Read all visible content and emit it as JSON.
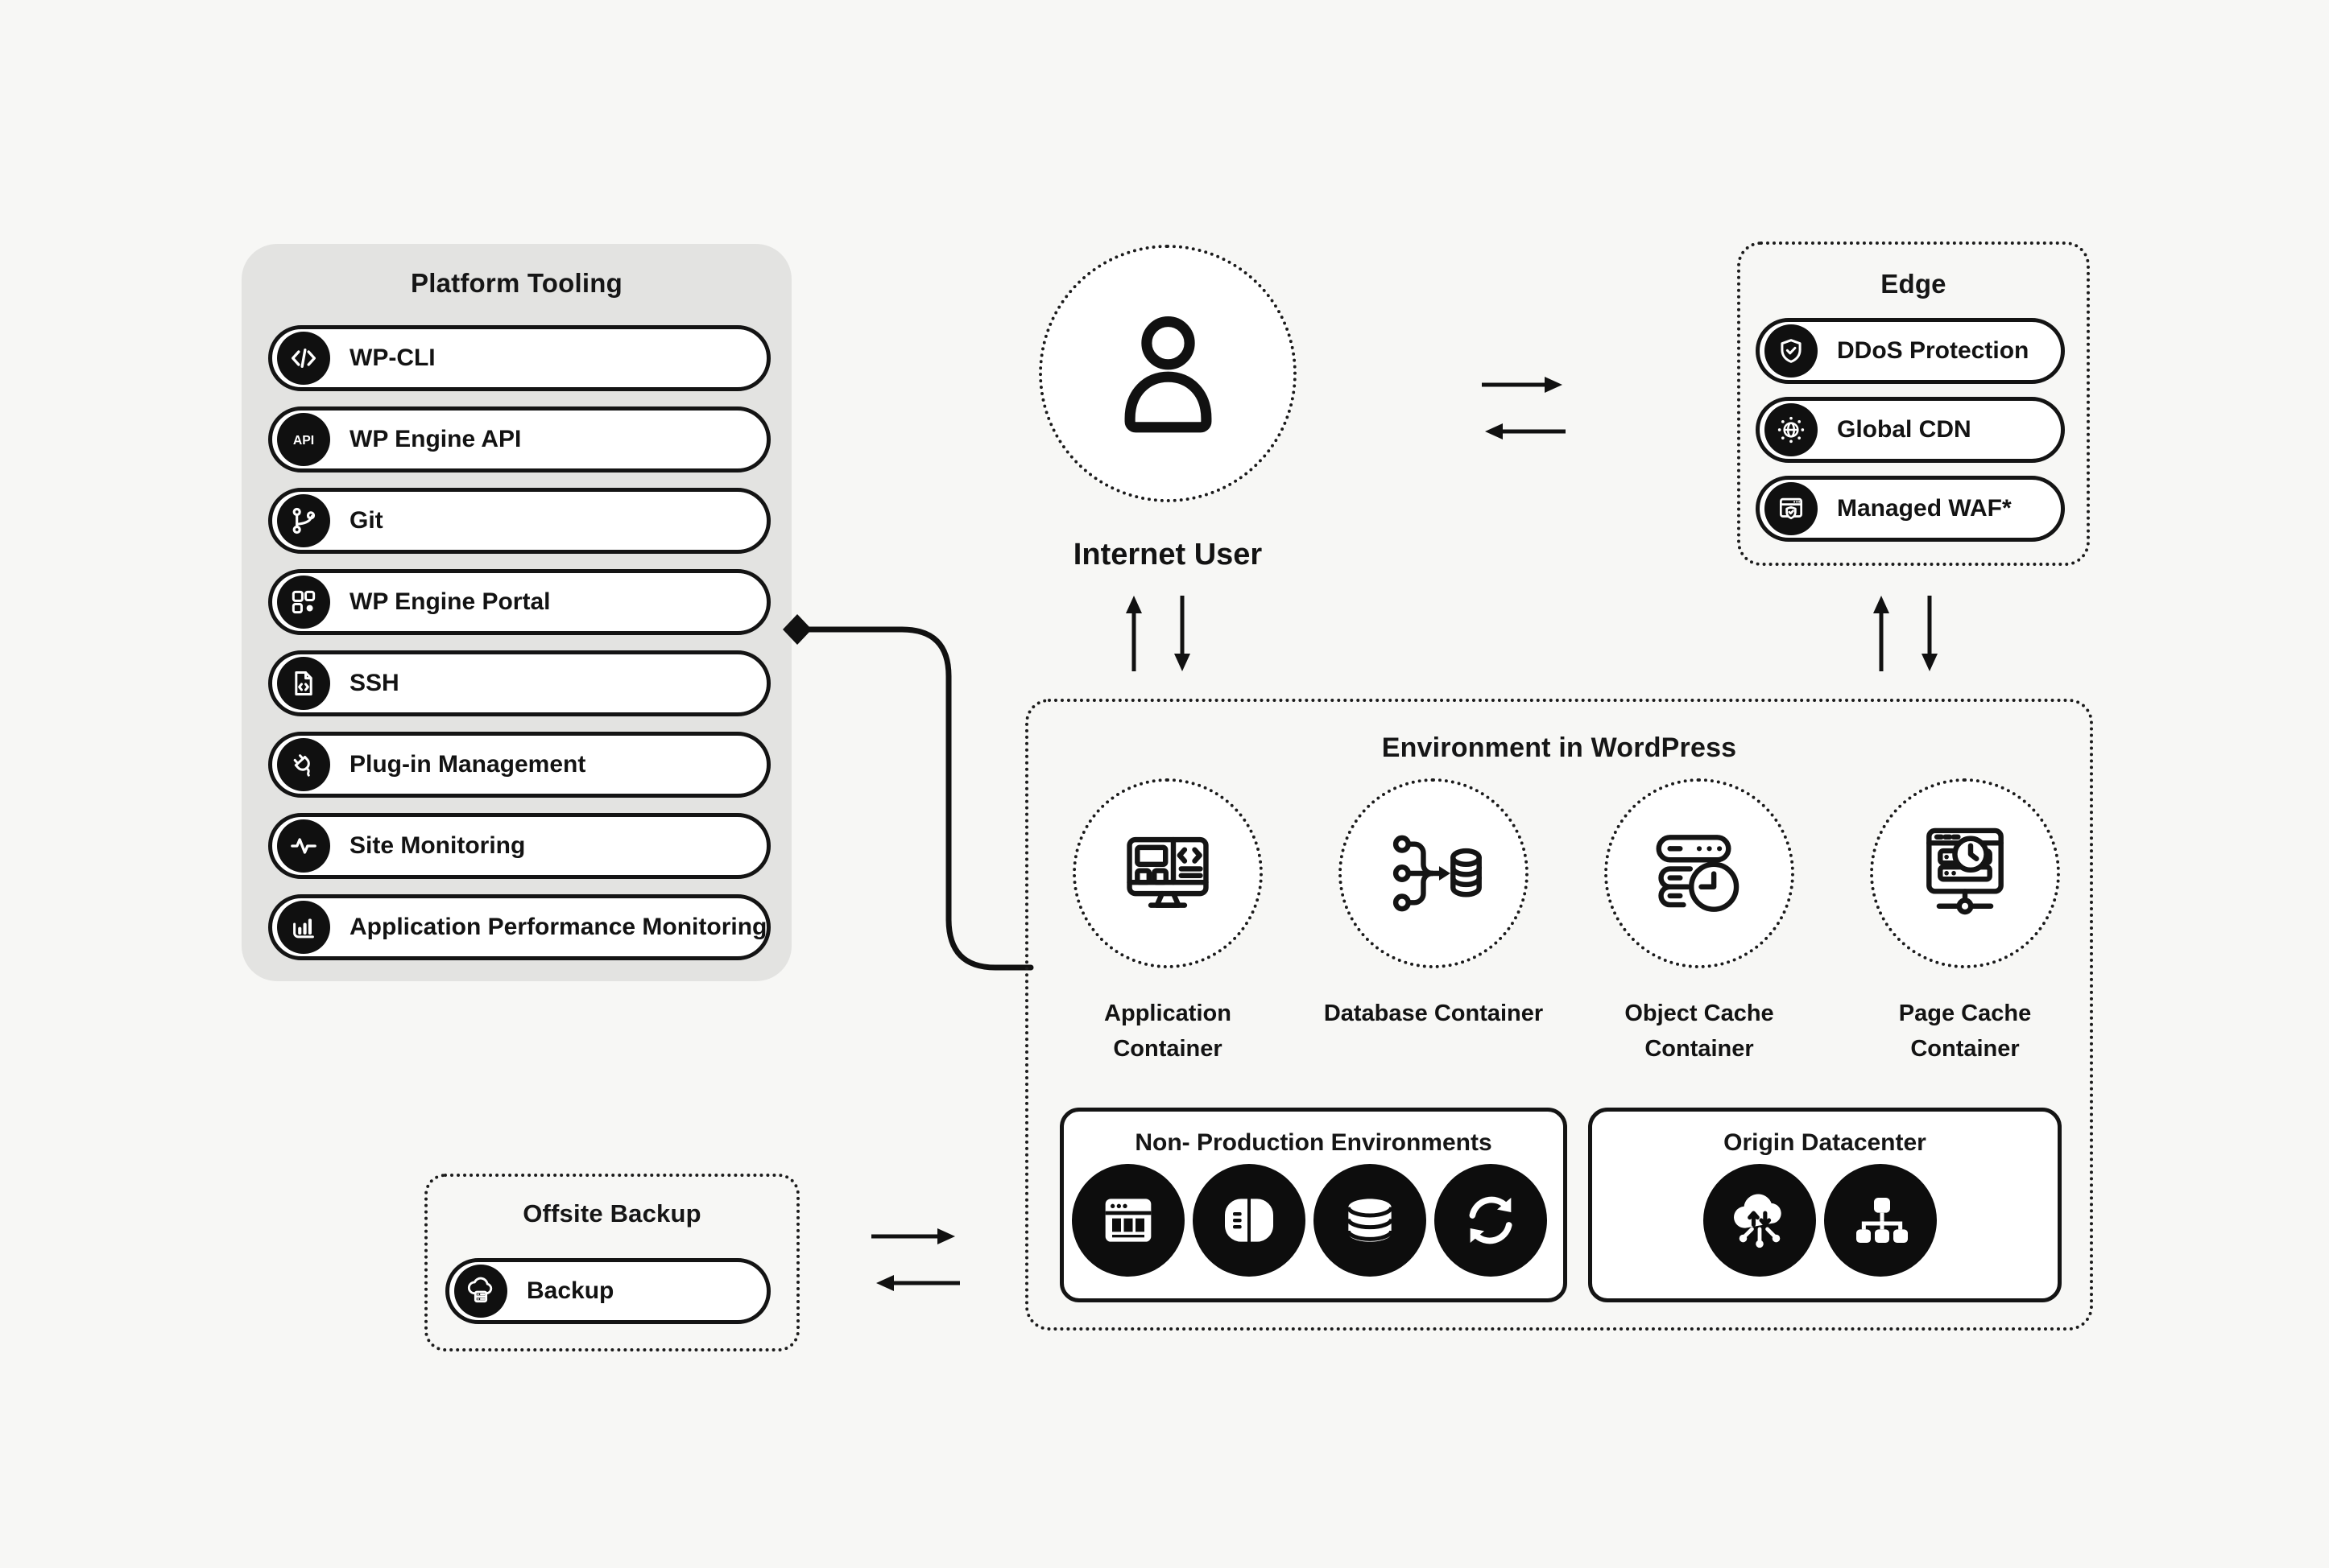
{
  "colors": {
    "background": "#f7f7f5",
    "tooling_panel": "#e3e3e1",
    "ink": "#141414",
    "white": "#ffffff"
  },
  "platform_tooling": {
    "title": "Platform Tooling",
    "items": [
      {
        "label": "WP-CLI",
        "icon": "code-icon"
      },
      {
        "label": "WP Engine API",
        "icon": "api-icon"
      },
      {
        "label": "Git",
        "icon": "git-branch-icon"
      },
      {
        "label": "WP Engine Portal",
        "icon": "grid-icon"
      },
      {
        "label": "SSH",
        "icon": "file-code-icon"
      },
      {
        "label": "Plug-in Management",
        "icon": "plug-icon"
      },
      {
        "label": "Site Monitoring",
        "icon": "pulse-icon"
      },
      {
        "label": "Application Performance Monitoring",
        "icon": "bar-chart-icon"
      }
    ]
  },
  "internet_user": {
    "label": "Internet User",
    "icon": "user-icon"
  },
  "edge": {
    "title": "Edge",
    "items": [
      {
        "label": "DDoS Protection",
        "icon": "shield-check-icon"
      },
      {
        "label": "Global CDN",
        "icon": "globe-network-icon"
      },
      {
        "label": "Managed WAF*",
        "icon": "browser-shield-icon"
      }
    ]
  },
  "environment": {
    "title": "Environment in WordPress",
    "containers": [
      {
        "label": "Application Container",
        "icon": "application-container-icon"
      },
      {
        "label": "Database Container",
        "icon": "database-container-icon"
      },
      {
        "label": "Object Cache Container",
        "icon": "object-cache-icon"
      },
      {
        "label": "Page Cache Container",
        "icon": "page-cache-icon"
      }
    ],
    "non_production": {
      "title": "Non- Production Environments",
      "icons": [
        "browser-icon",
        "split-server-icon",
        "database-icon",
        "sync-icon"
      ]
    },
    "origin_datacenter": {
      "title": "Origin Datacenter",
      "icons": [
        "cloud-network-icon",
        "network-tree-icon"
      ]
    }
  },
  "offsite_backup": {
    "title": "Offsite Backup",
    "items": [
      {
        "label": "Backup",
        "icon": "cloud-server-icon"
      }
    ]
  }
}
